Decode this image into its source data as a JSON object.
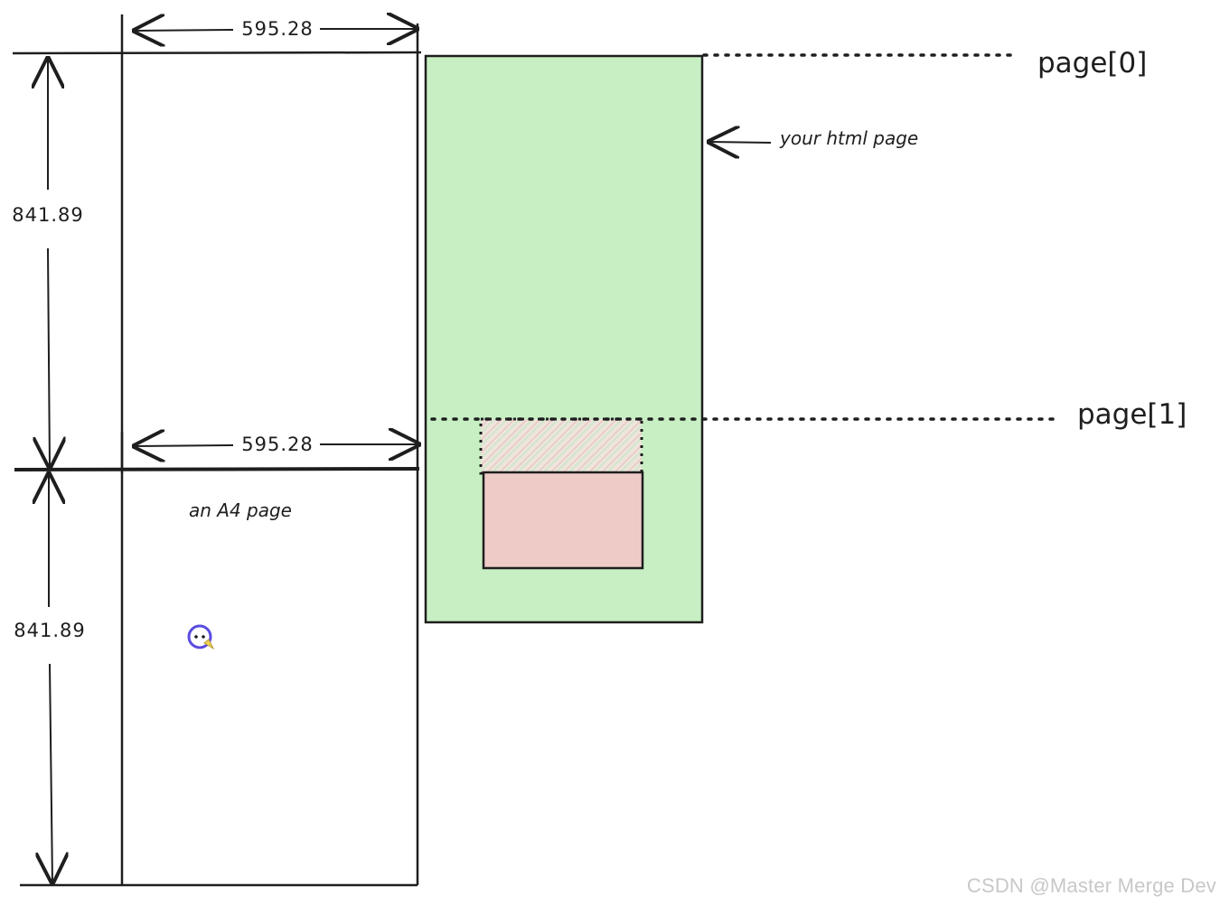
{
  "dimensions": {
    "width_top": "595.28",
    "width_bottom": "595.28",
    "height_top": "841.89",
    "height_bottom": "841.89"
  },
  "labels": {
    "a4_page": "an A4 page",
    "html_page": "your html page",
    "page0": "page[0]",
    "page1": "page[1]"
  },
  "watermark": "CSDN @Master Merge Dev",
  "colors": {
    "stroke": "#1e1e1e",
    "html_page_fill": "#c7efc3",
    "content_block_fill": "#efcbc8",
    "cursor_ring": "#5b4ce0"
  }
}
